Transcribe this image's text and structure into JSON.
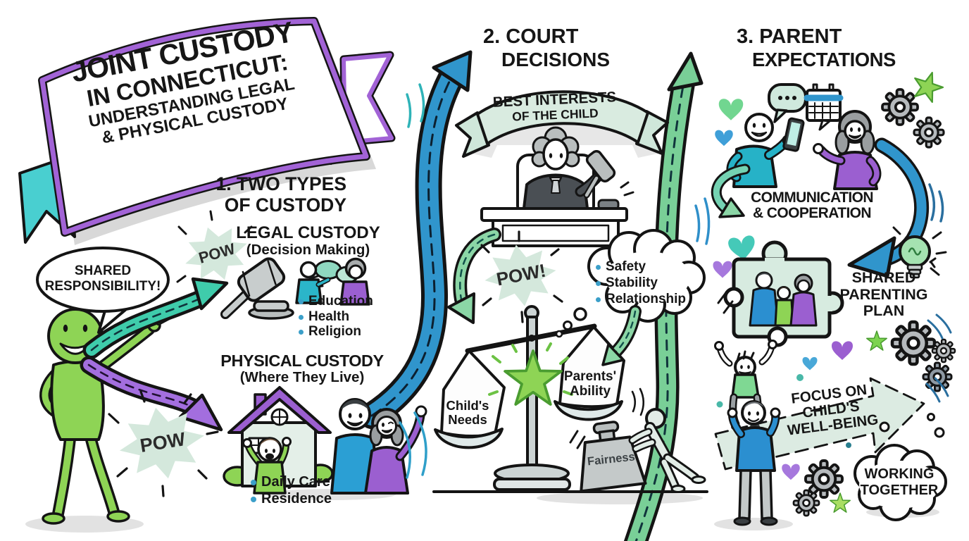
{
  "title": {
    "line1": "JOINT CUSTODY",
    "line2": "IN CONNECTICUT:",
    "line3": "UNDERSTANDING LEGAL",
    "line4": "& PHYSICAL CUSTODY"
  },
  "presenter": {
    "speech_line1": "SHARED",
    "speech_line2": "RESPONSIBILITY!",
    "pow": "POW"
  },
  "section1": {
    "heading_line1": "1. TWO TYPES",
    "heading_line2": "OF CUSTODY",
    "pow": "POW",
    "legal_title": "LEGAL CUSTODY",
    "legal_subtitle": "(Decision Making)",
    "legal_bullets": [
      "Education",
      "Health",
      "Religion"
    ],
    "physical_title": "PHYSICAL CUSTODY",
    "physical_subtitle": "(Where They Live)",
    "physical_bullets": [
      "Daily Care",
      "Residence"
    ]
  },
  "section2": {
    "heading_line1": "2. COURT",
    "heading_line2": "DECISIONS",
    "banner_line1": "BEST INTERESTS",
    "banner_line2": "OF THE CHILD",
    "pow": "POW!",
    "thought_bullets": [
      "Safety",
      "Stability",
      "Relationship"
    ],
    "scale_left_line1": "Child's",
    "scale_left_line2": "Needs",
    "scale_right_line1": "Parents'",
    "scale_right_line2": "Ability",
    "weight_label": "Fairness"
  },
  "section3": {
    "heading_line1": "3. PARENT",
    "heading_line2": "EXPECTATIONS",
    "comm_line1": "COMMUNICATION",
    "comm_line2": "& COOPERATION",
    "plan_line1": "SHARED",
    "plan_line2": "PARENTING",
    "plan_line3": "PLAN",
    "focus_line1": "FOCUS ON",
    "focus_line2": "CHILD'S",
    "focus_line3": "WELL-BEING",
    "working_line1": "WORKING",
    "working_line2": "TOGETHER"
  },
  "icons": {
    "gavel": "gavel-icon",
    "discussion": "speech-bubbles-icon",
    "house": "house-icon",
    "judge": "judge-icon",
    "scales": "scales-of-justice-icon",
    "weight": "fairness-weight-icon",
    "puzzle": "puzzle-piece-icon",
    "lightbulb": "lightbulb-icon",
    "calendar": "calendar-icon",
    "phone": "phone-icon",
    "gear": "gear-icon",
    "heart": "heart-icon",
    "star": "star-icon",
    "thought_cloud": "thought-cloud-icon"
  },
  "colors": {
    "purple": "#9b5fd0",
    "teal": "#49cfd0",
    "teal_arrow": "#3fccab",
    "purple_arrow": "#a36ede",
    "blue": "#3095cc",
    "green": "#8ed455",
    "mint": "#d7ebe0",
    "road_green": "#79cf97",
    "gray": "#c4c9c9",
    "bullet_blue": "#3b9fc9",
    "ink": "#161616"
  }
}
